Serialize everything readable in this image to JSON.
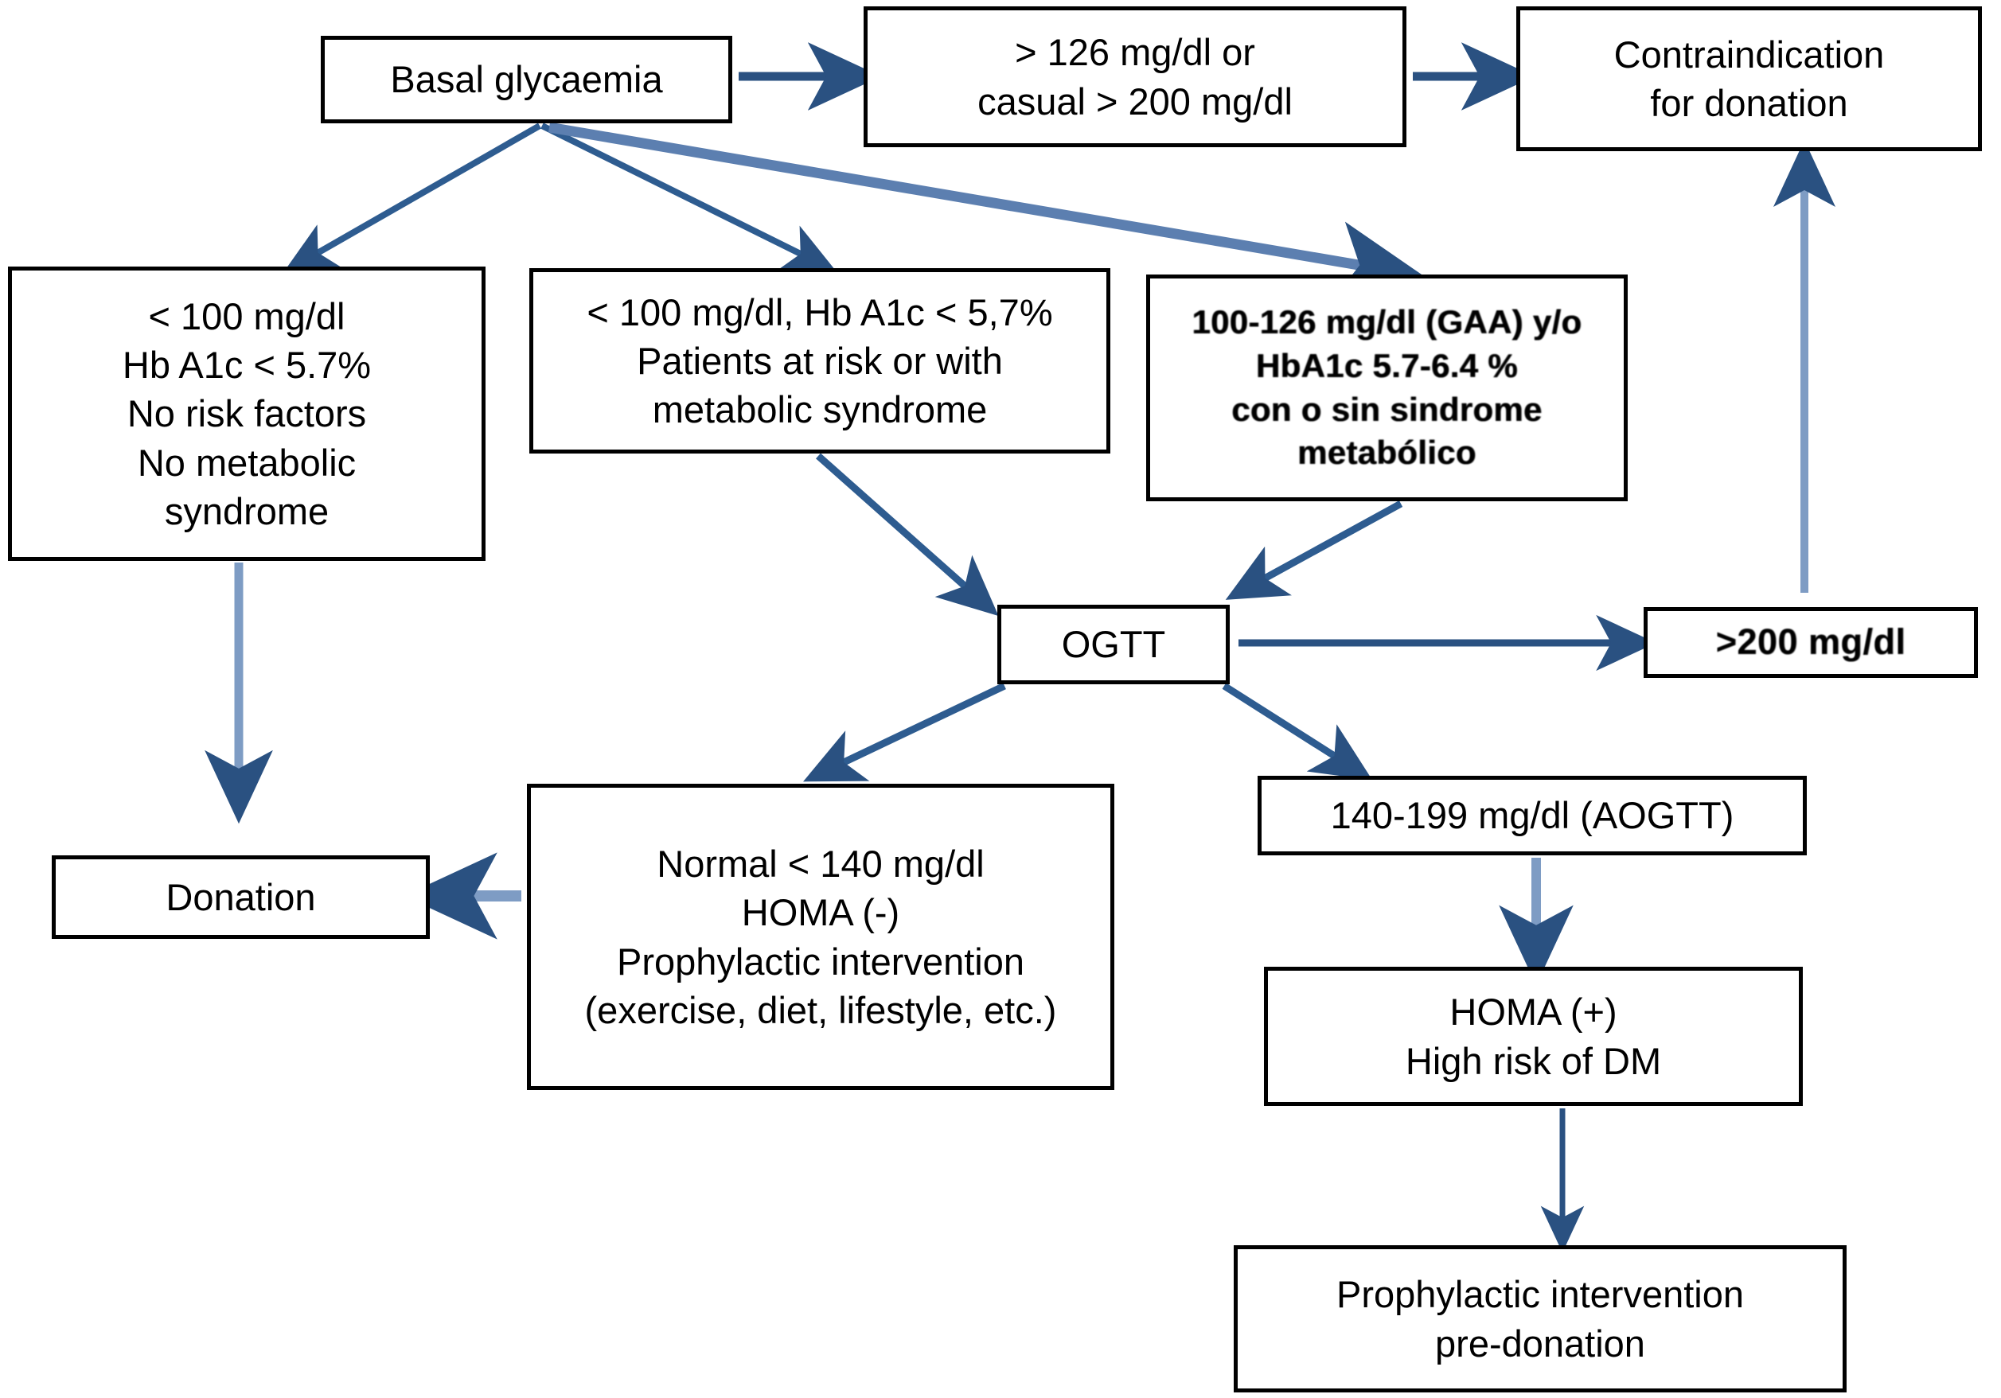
{
  "diagram": {
    "title": "Basal glycaemia donor evaluation flowchart",
    "accent_color": "#2A5181",
    "arrow_color_light": "#7E9CC4",
    "border_color": "#000000",
    "background": "#FFFFFF"
  },
  "nodes": {
    "basal": {
      "lines": [
        "Basal glycaemia"
      ]
    },
    "high": {
      "lines": [
        "> 126 mg/dl or",
        "casual > 200 mg/dl"
      ]
    },
    "contra": {
      "lines": [
        "Contraindication",
        "for donation"
      ]
    },
    "low": {
      "lines": [
        "< 100 mg/dl",
        "Hb A1c < 5.7%",
        "No risk factors",
        "No metabolic",
        "syndrome"
      ]
    },
    "lowrisk": {
      "lines": [
        "< 100 mg/dl, Hb A1c < 5,7%",
        "Patients at risk or with",
        "metabolic syndrome"
      ]
    },
    "gaa": {
      "lines": [
        "100-126 mg/dl (GAA) y/o",
        "HbA1c 5.7-6.4 %",
        "con o sin sindrome",
        "metabólico"
      ]
    },
    "ogtt": {
      "lines": [
        "OGTT"
      ]
    },
    "over200": {
      "lines": [
        ">200 mg/dl"
      ]
    },
    "normal": {
      "lines": [
        "Normal < 140 mg/dl",
        "HOMA (-)",
        "Prophylactic intervention",
        "(exercise, diet, lifestyle, etc.)"
      ]
    },
    "aogtt": {
      "lines": [
        "140-199 mg/dl (AOGTT)"
      ]
    },
    "donation": {
      "lines": [
        "Donation"
      ]
    },
    "homa": {
      "lines": [
        "HOMA (+)",
        "High risk of DM"
      ]
    },
    "prophy": {
      "lines": [
        "Prophylactic intervention",
        "pre-donation"
      ]
    }
  },
  "edges": [
    {
      "from": "basal",
      "to": "high",
      "style": "straight-right"
    },
    {
      "from": "high",
      "to": "contra",
      "style": "straight-right"
    },
    {
      "from": "basal",
      "to": "low",
      "style": "diagonal"
    },
    {
      "from": "basal",
      "to": "lowrisk",
      "style": "diagonal"
    },
    {
      "from": "basal",
      "to": "gaa",
      "style": "diagonal"
    },
    {
      "from": "low",
      "to": "donation",
      "style": "vertical"
    },
    {
      "from": "lowrisk",
      "to": "ogtt",
      "style": "diagonal"
    },
    {
      "from": "gaa",
      "to": "ogtt",
      "style": "diagonal"
    },
    {
      "from": "ogtt",
      "to": "over200",
      "style": "straight-right"
    },
    {
      "from": "ogtt",
      "to": "normal",
      "style": "diagonal"
    },
    {
      "from": "ogtt",
      "to": "aogtt",
      "style": "diagonal"
    },
    {
      "from": "over200",
      "to": "contra",
      "style": "vertical-up"
    },
    {
      "from": "normal",
      "to": "donation",
      "style": "straight-left"
    },
    {
      "from": "aogtt",
      "to": "homa",
      "style": "vertical"
    },
    {
      "from": "homa",
      "to": "prophy",
      "style": "vertical"
    }
  ]
}
